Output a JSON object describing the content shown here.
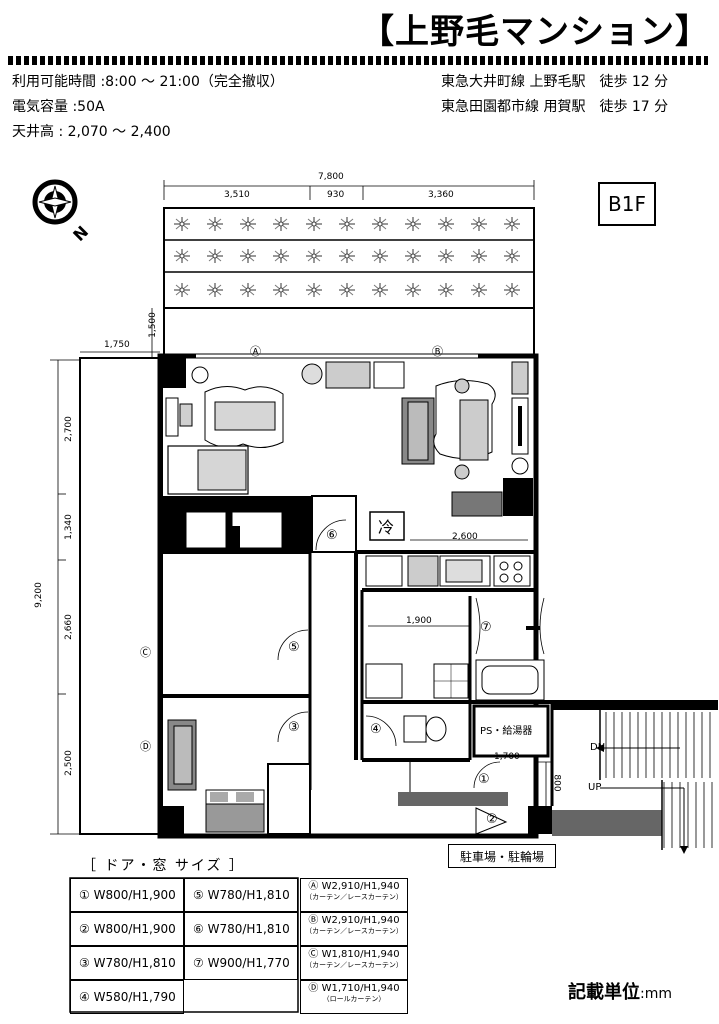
{
  "title": "【上野毛マンション】",
  "info": {
    "hours": "利用可能時間 :8:00 ～ 21:00（完全撤収）",
    "power": "電気容量 :50A",
    "ceiling": "天井高 : 2,070 ～ 2,400",
    "station1": "東急大井町線 上野毛駅　徒歩 12 分",
    "station2": "東急田園都市線 用賀駅　徒歩 17 分"
  },
  "floor": "B1F",
  "compass": "N",
  "dims": {
    "total_w": "7,800",
    "w1": "3,510",
    "w2": "930",
    "w3": "3,360",
    "left": "1,750",
    "top": "1,500",
    "total_h": "9,200",
    "h1": "2,700",
    "h2": "1,340",
    "h3": "2,660",
    "h4": "2,500",
    "kitchen": "2,600",
    "bath": "1,900",
    "stairs": "1,700",
    "stairs_v": "800"
  },
  "labels": {
    "fridge": "冷",
    "ps": "PS・給湯器",
    "parking": "駐車場・駐輪場",
    "dn": "DN",
    "up": "UP"
  },
  "markers": {
    "a": "Ⓐ",
    "b": "Ⓑ",
    "c": "Ⓒ",
    "d": "Ⓓ",
    "d1": "①",
    "d2": "②",
    "d3": "③",
    "d4": "④",
    "d5": "⑤",
    "d6": "⑥",
    "d7": "⑦"
  },
  "sizes_title": "［ ドア・窓 サイズ ］",
  "doors": [
    "① W800/H1,900",
    "② W800/H1,900",
    "③ W780/H1,810",
    "④ W580/H1,790",
    "⑤ W780/H1,810",
    "⑥ W780/H1,810",
    "⑦ W900/H1,770"
  ],
  "windows": [
    {
      "size": "Ⓐ W2,910/H1,940",
      "note": "（カーテン／レースカーテン）"
    },
    {
      "size": "Ⓑ W2,910/H1,940",
      "note": "（カーテン／レースカーテン）"
    },
    {
      "size": "Ⓒ W1,810/H1,940",
      "note": "（カーテン／レースカーテン）"
    },
    {
      "size": "Ⓓ W1,710/H1,940",
      "note": "（ロールカーテン）"
    }
  ],
  "unit_label": "記載単位",
  "unit_value": ":mm"
}
